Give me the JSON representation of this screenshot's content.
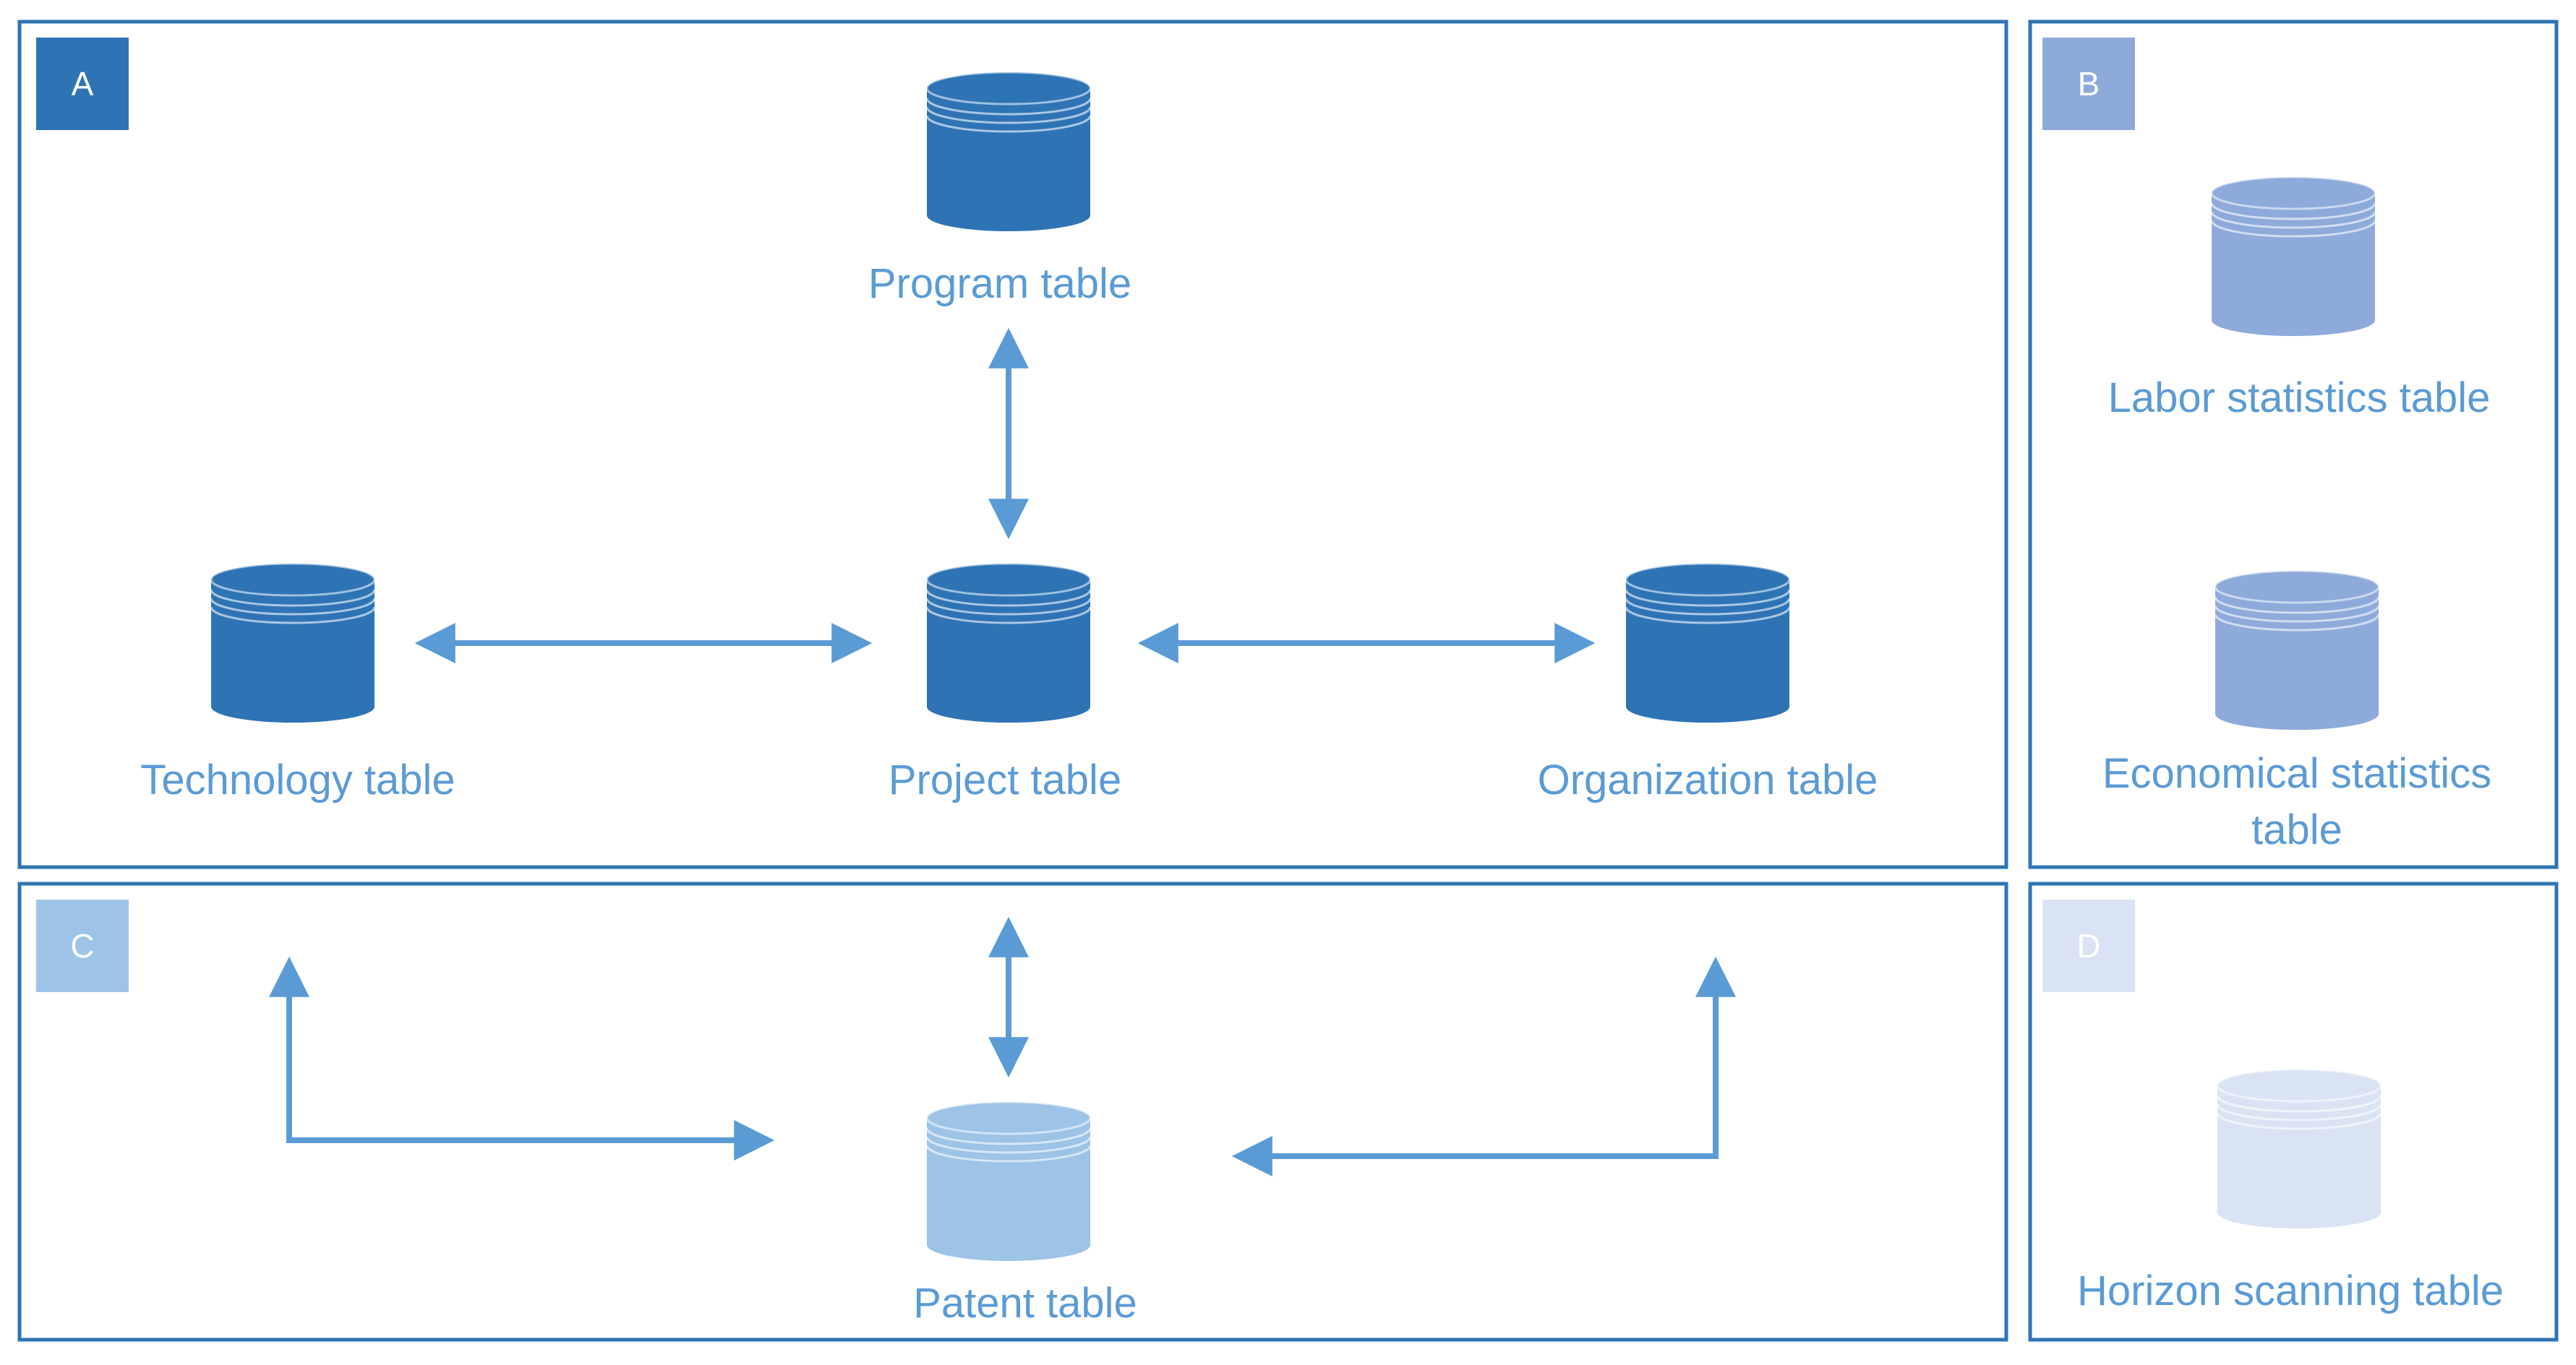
{
  "panels": {
    "A": {
      "badge": "A",
      "badge_color": "#2e74b5"
    },
    "B": {
      "badge": "B",
      "badge_color": "#8eaadb"
    },
    "C": {
      "badge": "C",
      "badge_color": "#9dc3e6"
    },
    "D": {
      "badge": "D",
      "badge_color": "#dae3f3"
    }
  },
  "tables": {
    "program": {
      "label": "Program table",
      "color": "#2e74b5",
      "icon": "database-cylinder"
    },
    "project": {
      "label": "Project table",
      "color": "#2e74b5",
      "icon": "database-cylinder"
    },
    "technology": {
      "label": "Technology table",
      "color": "#2e74b5",
      "icon": "database-cylinder"
    },
    "organization": {
      "label": "Organization table",
      "color": "#2e74b5",
      "icon": "database-cylinder"
    },
    "labor": {
      "label": "Labor statistics table",
      "color": "#8eaadb",
      "icon": "database-cylinder"
    },
    "economical": {
      "label_line1": "Economical statistics",
      "label_line2": "table",
      "color": "#8eaadb",
      "icon": "database-cylinder"
    },
    "patent": {
      "label": "Patent table",
      "color": "#9dc3e6",
      "icon": "database-cylinder"
    },
    "horizon": {
      "label": "Horizon scanning table",
      "color": "#dae3f3",
      "icon": "database-cylinder"
    }
  },
  "colors": {
    "border": "#2e74b5",
    "arrow": "#5b9bd5",
    "label_text": "#5b9bd5"
  }
}
